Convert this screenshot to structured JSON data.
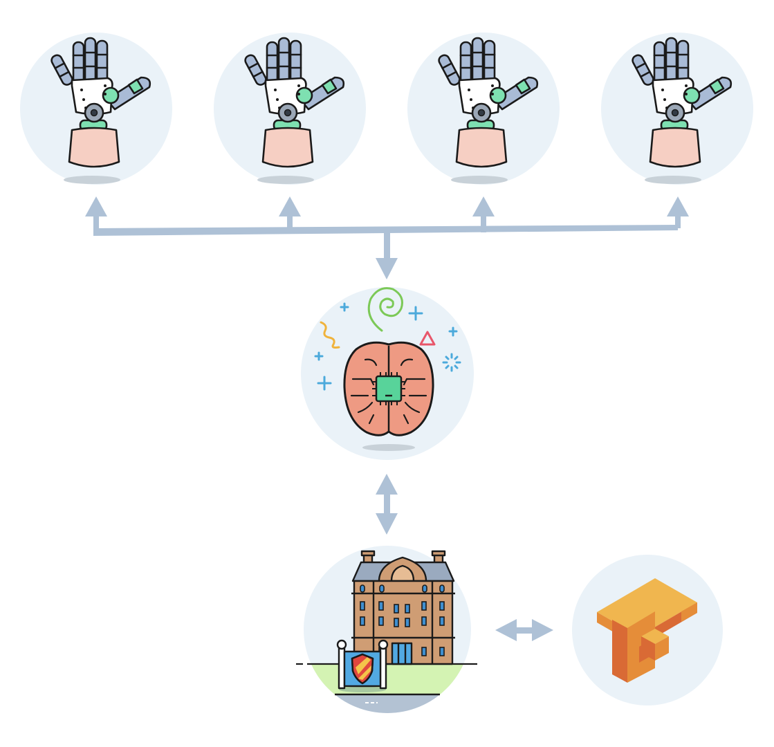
{
  "nodes": [
    {
      "id": "hand-1",
      "icon": "robot-hand-icon"
    },
    {
      "id": "hand-2",
      "icon": "robot-hand-icon"
    },
    {
      "id": "hand-3",
      "icon": "robot-hand-icon"
    },
    {
      "id": "hand-4",
      "icon": "robot-hand-icon"
    },
    {
      "id": "brain",
      "icon": "ai-brain-chip-icon"
    },
    {
      "id": "university",
      "icon": "university-building-icon"
    },
    {
      "id": "tensorflow",
      "icon": "tensorflow-logo-icon"
    }
  ],
  "edges": [
    {
      "from": "brain",
      "to": "hand-1",
      "direction": "bidirectional"
    },
    {
      "from": "brain",
      "to": "hand-2",
      "direction": "bidirectional"
    },
    {
      "from": "brain",
      "to": "hand-3",
      "direction": "bidirectional"
    },
    {
      "from": "brain",
      "to": "hand-4",
      "direction": "bidirectional"
    },
    {
      "from": "brain",
      "to": "university",
      "direction": "bidirectional"
    },
    {
      "from": "university",
      "to": "tensorflow",
      "direction": "bidirectional"
    }
  ],
  "colors": {
    "node_background": "#eaf2f8",
    "connector": "#aec1d6",
    "outline": "#1a1a1a",
    "robot_finger": "#a9bbd6",
    "robot_accent": "#7ee0b1",
    "skin": "#f6cfc3",
    "brain": "#ee9a83",
    "chip": "#58d39a",
    "building": "#cf9d74",
    "roof": "#9aaabf",
    "lawn": "#d4f3b3",
    "shield_panel": "#52a9e2",
    "shield_red": "#e0473e",
    "shield_yellow": "#f4c54a",
    "tf_orange": "#e58d39",
    "tf_dark": "#d96a35",
    "tf_light": "#f0b64f",
    "confetti_green": "#7cc957",
    "confetti_blue": "#4ba9db",
    "confetti_yellow": "#f0b33c",
    "confetti_red": "#e8566a"
  }
}
